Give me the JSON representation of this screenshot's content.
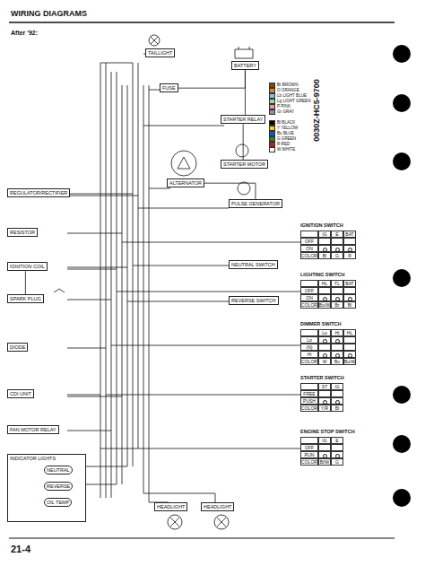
{
  "diagram": {
    "title": "WIRING DIAGRAMS",
    "nodes": [
      {
        "text": [
          "TAILLIGHT"
        ]
      },
      {
        "text": [
          "FUSE"
        ]
      },
      {
        "text": [
          "BATTERY"
        ]
      },
      {
        "text": [
          "STARTER RELAY"
        ]
      },
      {
        "text": [
          "STARTER MOTOR"
        ]
      },
      {
        "text": [
          "ALTERNATOR"
        ]
      },
      {
        "text": [
          "PULSE GENERATOR"
        ]
      },
      {
        "text": [
          "REGULATOR/RECTIFIER"
        ]
      },
      {
        "text": [
          "RESISTOR"
        ]
      },
      {
        "text": [
          "IGNITION COIL"
        ]
      },
      {
        "text": [
          "SPARK PLUG"
        ]
      },
      {
        "text": [
          "NEUTRAL SWITCH"
        ]
      },
      {
        "text": [
          "REVERSE SWITCH"
        ]
      },
      {
        "text": [
          "DIODE"
        ]
      },
      {
        "text": [
          "CDI UNIT"
        ]
      },
      {
        "text": [
          "FAN MOTOR RELAY"
        ]
      },
      {
        "text": [
          "INDICATOR LIGHTS"
        ]
      },
      {
        "text": [
          "NEUTRAL"
        ],
        "in": 16
      },
      {
        "text": [
          "REVERSE"
        ],
        "in": 16
      },
      {
        "text": [
          "OIL TEMP"
        ],
        "in": 16
      },
      {
        "text": [
          "HEADLIGHT"
        ]
      },
      {
        "text": [
          "HEADLIGHT"
        ]
      },
      {
        "text": [
          "IGNITION SWITCH"
        ]
      },
      {
        "text": [
          "LIGHTING SWITCH"
        ]
      },
      {
        "text": [
          "DIMMER SWITCH"
        ]
      },
      {
        "text": [
          "STARTER SWITCH"
        ]
      },
      {
        "text": [
          "ENGINE STOP SWITCH"
        ]
      }
    ],
    "edges": [
      {
        "from": 1,
        "to": 2,
        "arrow": "none"
      },
      {
        "from": 2,
        "to": 3,
        "arrow": "none"
      },
      {
        "from": 3,
        "to": 4,
        "arrow": "none"
      },
      {
        "from": 5,
        "to": 6,
        "arrow": "none"
      },
      {
        "from": 9,
        "to": 10,
        "arrow": "none"
      }
    ],
    "labels": [
      "After '92:",
      "0030Z-HC5-9700",
      "21-4",
      "IG",
      "E",
      "BAT",
      "OFF",
      "ON",
      "COLOR",
      "Bl",
      "G",
      "R",
      "HL",
      "TL",
      "BAT",
      "OFF",
      "ON",
      "COLOR",
      "Bu/W",
      "Br",
      "Bl",
      "Lo",
      "Hi",
      "HL",
      "Lo",
      "(N)",
      "Hi",
      "COLOR",
      "W",
      "Bu",
      "Bu/W",
      "ST",
      "IG",
      "FREE",
      "PUSH",
      "COLOR",
      "Y/R",
      "Bl",
      "IG",
      "E",
      "OFF",
      "RUN",
      "COLOR",
      "Bl/W",
      "G"
    ],
    "legend": [
      {
        "text": "Br BROWN",
        "color": "#7a4a1a"
      },
      {
        "text": "O ORANGE",
        "color": "#f08010"
      },
      {
        "text": "Lb LIGHT BLUE",
        "color": "#80c0f0"
      },
      {
        "text": "Lg LIGHT GREEN",
        "color": "#90e090"
      },
      {
        "text": "P PINK",
        "color": "#f090b0"
      },
      {
        "text": "Gr GRAY",
        "color": "#909090"
      },
      {
        "text": "Bl BLACK",
        "color": "#000000"
      },
      {
        "text": "Y YELLOW",
        "color": "#f0d000"
      },
      {
        "text": "Bu BLUE",
        "color": "#1a4fd0"
      },
      {
        "text": "G GREEN",
        "color": "#1a8a2a"
      },
      {
        "text": "R RED",
        "color": "#d01818"
      },
      {
        "text": "W WHITE",
        "color": "#ffffff"
      }
    ]
  }
}
